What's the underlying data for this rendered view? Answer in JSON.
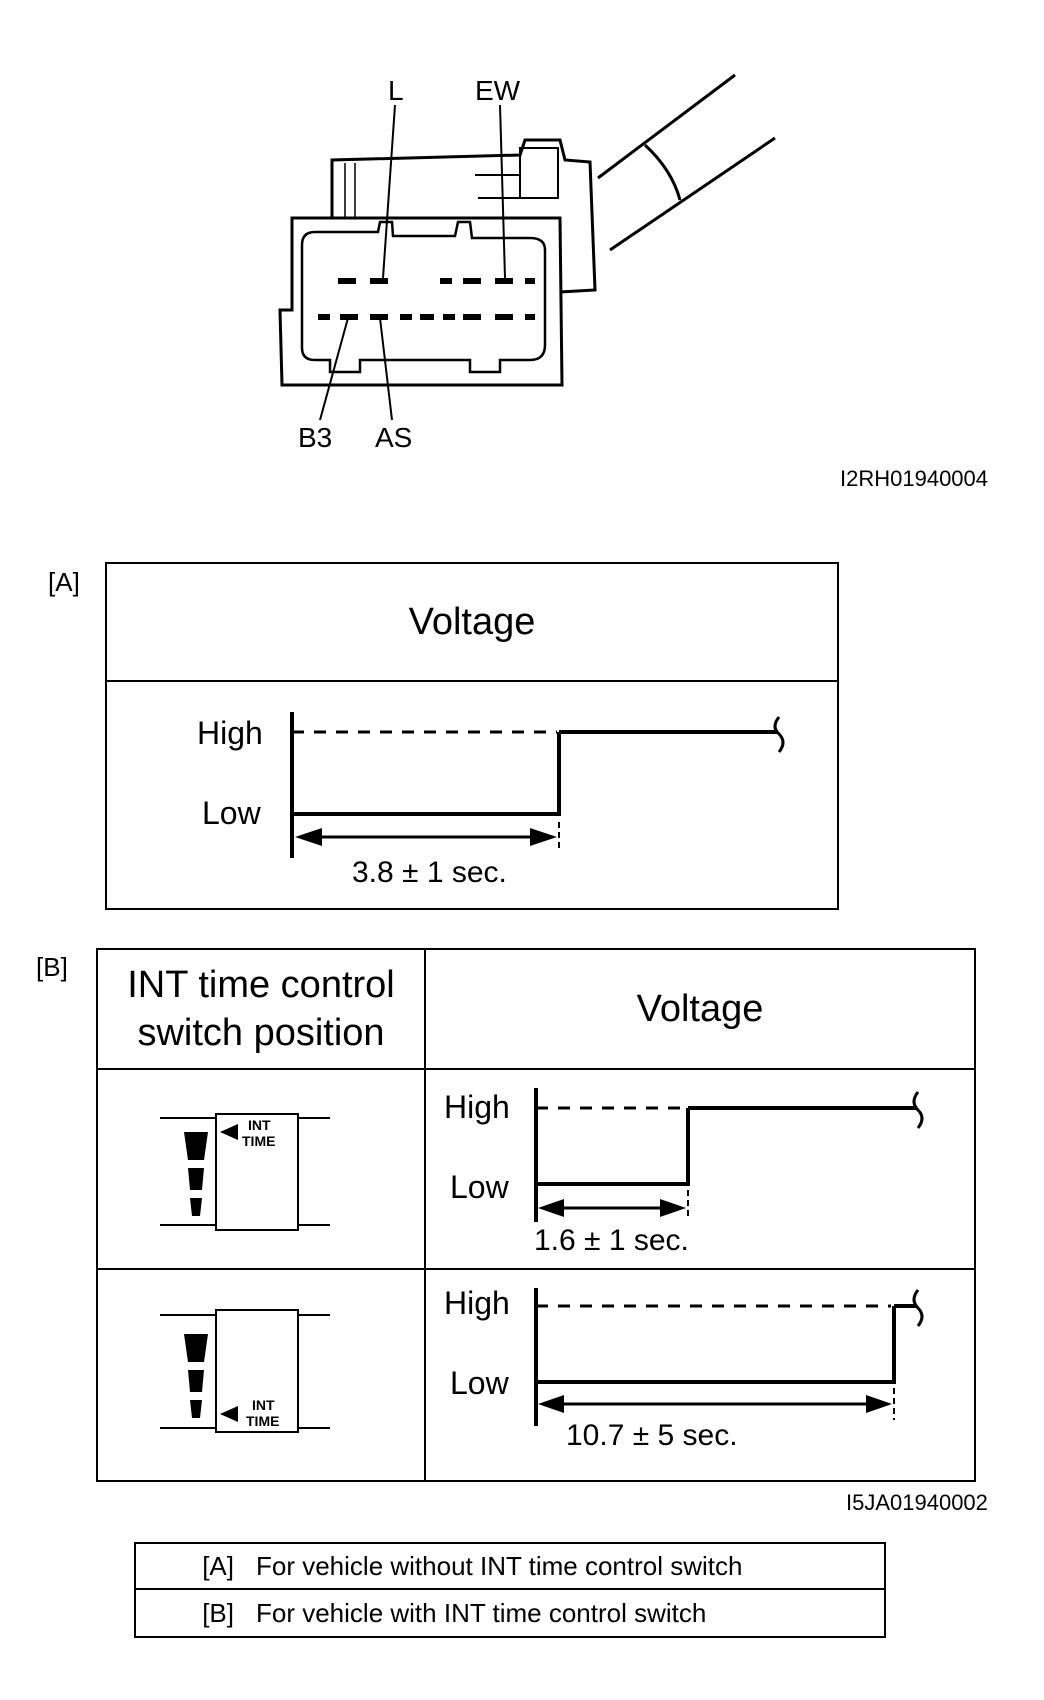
{
  "connector": {
    "labels": {
      "l": "L",
      "ew": "EW",
      "b3": "B3",
      "as": "AS"
    },
    "figure_id": "I2RH01940004"
  },
  "panel_a": {
    "tag": "[A]",
    "header": "Voltage",
    "high": "High",
    "low": "Low",
    "duration": "3.8 ± 1 sec."
  },
  "panel_b": {
    "tag": "[B]",
    "col1_header_line1": "INT time control",
    "col1_header_line2": "switch position",
    "col2_header": "Voltage",
    "rows": [
      {
        "switch_label_1": "INT",
        "switch_label_2": "TIME",
        "high": "High",
        "low": "Low",
        "duration": "1.6 ± 1 sec."
      },
      {
        "switch_label_1": "INT",
        "switch_label_2": "TIME",
        "high": "High",
        "low": "Low",
        "duration": "10.7 ± 5 sec."
      }
    ],
    "figure_id": "I5JA01940002"
  },
  "legend": [
    {
      "tag": "[A]",
      "text": "For vehicle without INT time control switch"
    },
    {
      "tag": "[B]",
      "text": "For vehicle with INT time control switch"
    }
  ]
}
